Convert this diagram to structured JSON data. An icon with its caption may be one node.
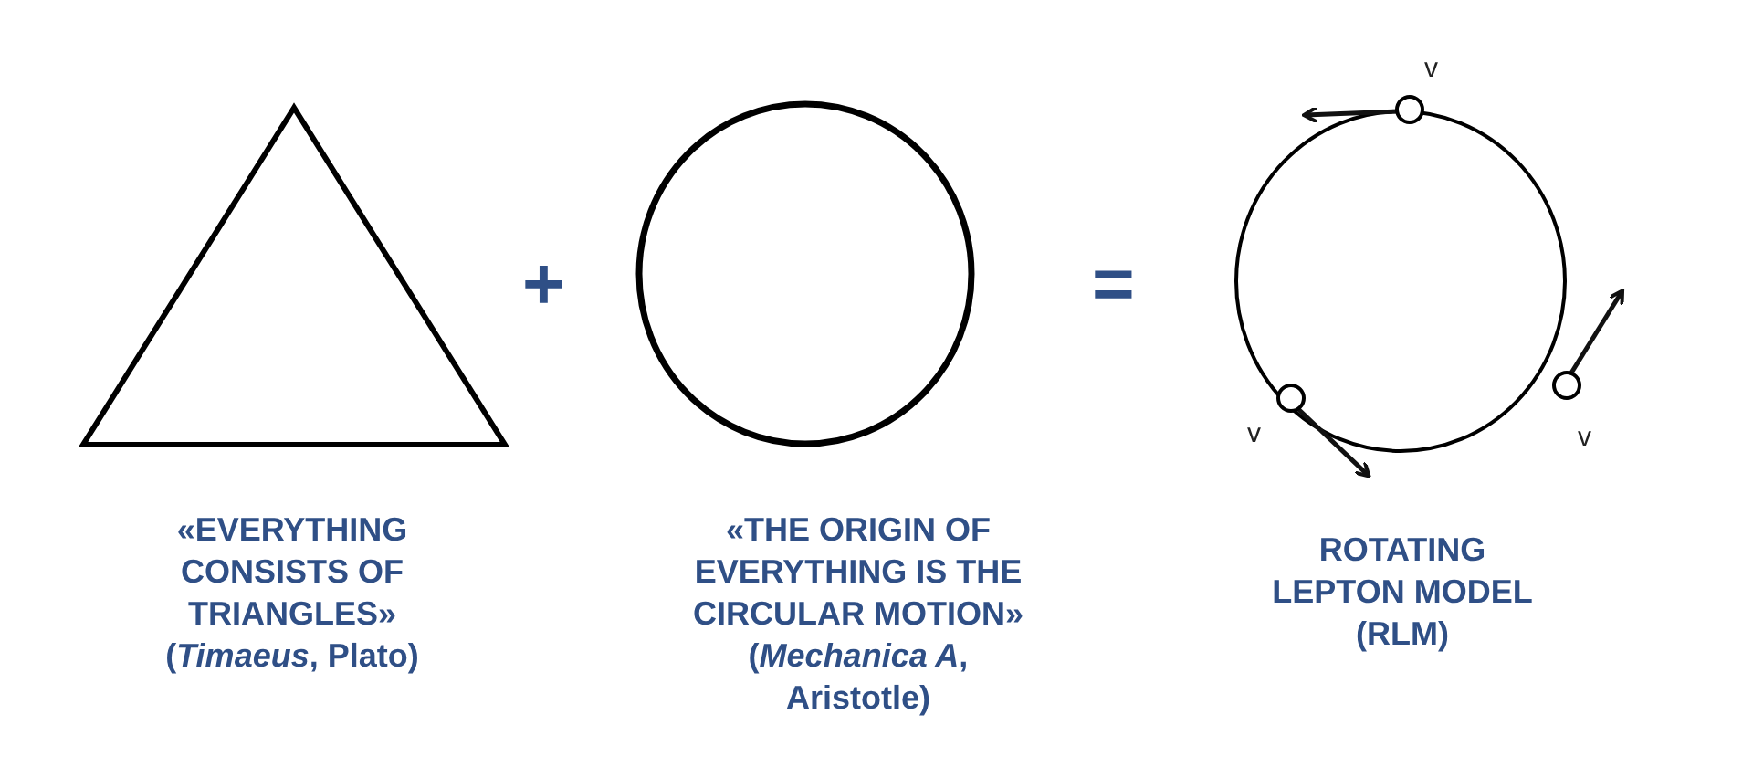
{
  "diagram": {
    "nodes": [
      {
        "text": [],
        "shape": "triangle"
      },
      {
        "text": [],
        "shape": "circle"
      }
    ],
    "labels": [
      "v",
      "+",
      "=",
      "v",
      "v",
      "«EVERYTHING CONSISTS OF TRIANGLES»",
      "(*Timaeus*, Plato)",
      "«THE ORIGIN OF EVERYTHING IS THE CIRCULAR MOTION»",
      "(*Mechanica A*, Aristotle)",
      "ROTATING LEPTON MODEL (RLM)"
    ]
  }
}
